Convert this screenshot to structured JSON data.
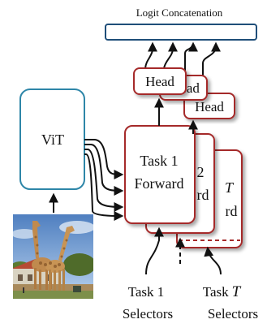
{
  "title": "Logit Concatenation",
  "encoder_label": "ViT",
  "heads": [
    "Head",
    "Head",
    "Head"
  ],
  "task_blocks": [
    {
      "line1": "Task 1",
      "line2": "Forward"
    },
    {
      "line1": "2",
      "line2": "rd"
    },
    {
      "line1": "T",
      "line2": "rd"
    }
  ],
  "selector_labels": [
    {
      "line1": "Task 1",
      "line2": "Selectors"
    },
    {
      "line1": "Task",
      "var": "T",
      "line2": "Selectors"
    }
  ],
  "colors": {
    "concat_box": "#1f4e79",
    "encoder_box": "#2e86a8",
    "task_box": "#a52a2a",
    "arrow": "#111111"
  },
  "image": {
    "subject": "giraffes"
  }
}
